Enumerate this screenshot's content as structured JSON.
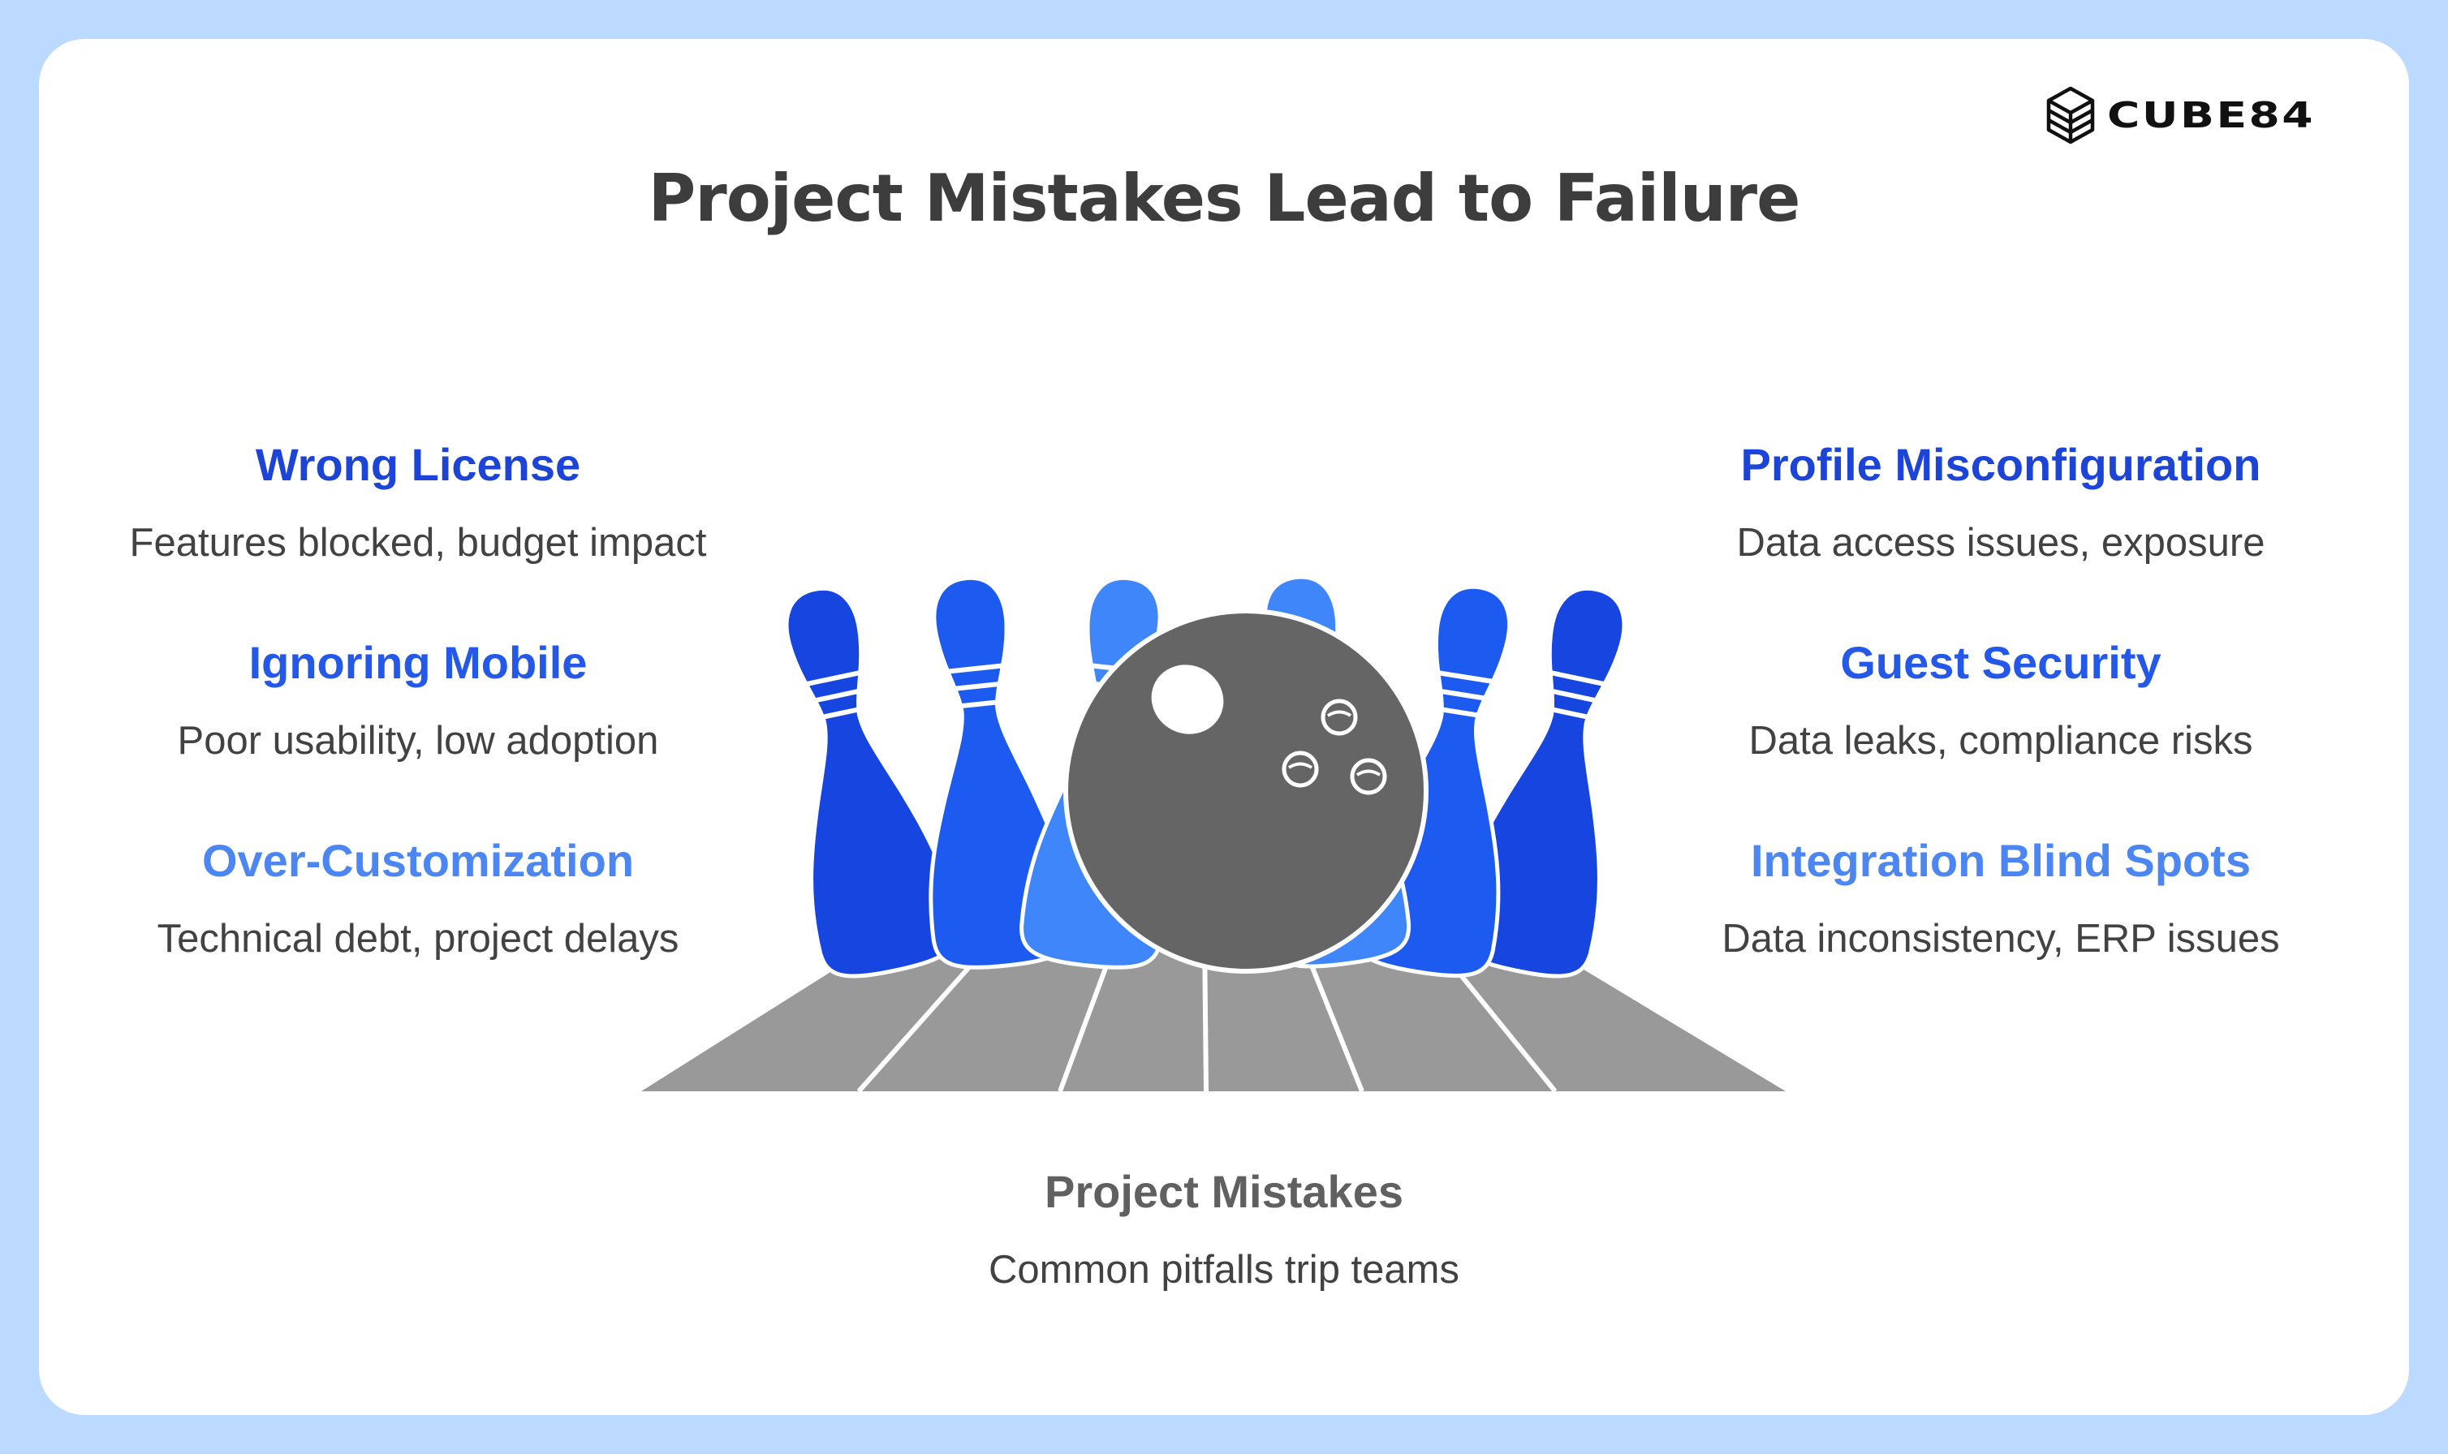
{
  "brand": {
    "name": "CUBE84",
    "logo_icon": "cube-stripes-logo"
  },
  "title": "Project Mistakes Lead to Failure",
  "left_items": [
    {
      "title": "Wrong License",
      "description": "Features blocked, budget impact"
    },
    {
      "title": "Ignoring Mobile",
      "description": "Poor usability, low adoption"
    },
    {
      "title": "Over-Customization",
      "description": "Technical debt, project delays"
    }
  ],
  "right_items": [
    {
      "title": "Profile Misconfiguration",
      "description": "Data access issues, exposure"
    },
    {
      "title": "Guest Security",
      "description": "Data leaks, compliance risks"
    },
    {
      "title": "Integration Blind Spots",
      "description": "Data inconsistency, ERP issues"
    }
  ],
  "center_item": {
    "title": "Project Mistakes",
    "description": "Common pitfalls trip teams"
  },
  "illustration": {
    "type": "bowling-pins-and-ball",
    "pin_count": 6,
    "colors": {
      "pin_dark": "#1645e0",
      "pin_mid": "#1d5bf0",
      "pin_light": "#3f86fa",
      "ball": "#656565",
      "lane": "#999999",
      "outline": "#ffffff"
    }
  },
  "colors": {
    "frame": "#bcdaff",
    "title": "#3d3d3d",
    "heading_dark": "#1c44d6",
    "heading_mid": "#2458e8",
    "heading_light": "#4b86f2",
    "heading_gray": "#606060",
    "body_text": "#424242"
  }
}
